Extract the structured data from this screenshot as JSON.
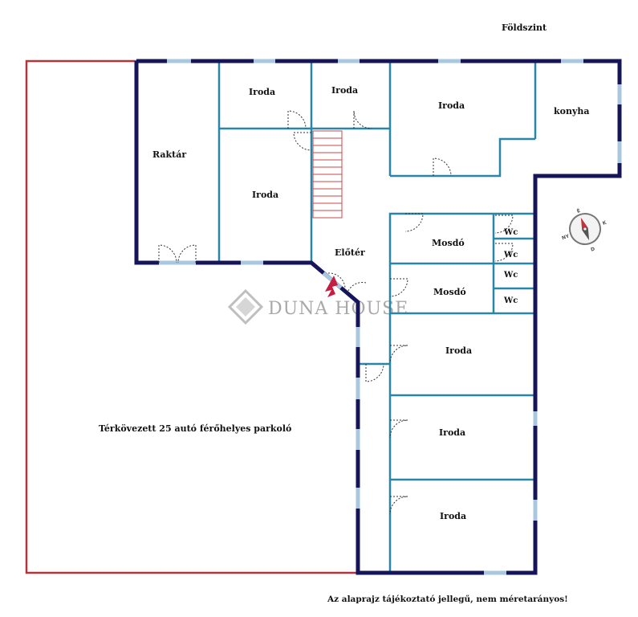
{
  "floor_title": "Földszint",
  "disclaimer": "Az alaprajz tájékoztató jellegű, nem méretarányos!",
  "parking_label": "Térkövezett 25 autó férőhelyes parkoló",
  "watermark": {
    "text": "DUNA HOUSE"
  },
  "compass": {
    "n": "É",
    "e": "K",
    "s": "D",
    "w": "NY"
  },
  "rooms": {
    "raktar": "Raktár",
    "iroda_top1": "Iroda",
    "iroda_top2": "Iroda",
    "iroda_top3": "Iroda",
    "konyha": "konyha",
    "iroda_left": "Iroda",
    "eloter": "Előtér",
    "mosdo1": "Mosdó",
    "mosdo2": "Mosdó",
    "wc1": "Wc",
    "wc2": "Wc",
    "wc3": "Wc",
    "wc4": "Wc",
    "iroda_r1": "Iroda",
    "iroda_r2": "Iroda",
    "iroda_r3": "Iroda"
  },
  "colors": {
    "outer_wall": "#16155a",
    "inner_wall": "#2a86a6",
    "parking_outline": "#b3343a",
    "window": "#a9c8df",
    "stairs": "#c84a4a",
    "door": "#333333"
  }
}
